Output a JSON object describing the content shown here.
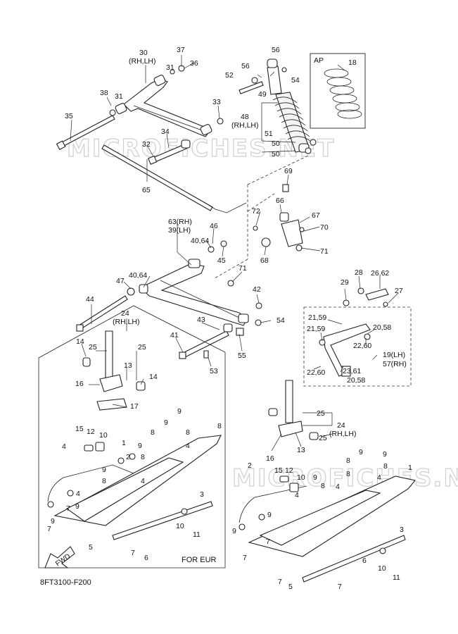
{
  "diagram": {
    "watermark": "MICROFICHES.NET",
    "drawing_code": "8FT3100-F200",
    "region_label": "FOR EUR",
    "ap_label": "AP",
    "fwd_label": "FWD"
  },
  "callouts": [
    "30\n(RH,LH)",
    "37",
    "31",
    "36",
    "31",
    "38",
    "33",
    "35",
    "34",
    "32",
    "65",
    "56",
    "56",
    "52",
    "54",
    "49",
    "48\n(RH,LH)",
    "51",
    "50",
    "50",
    "18",
    "69",
    "66",
    "67",
    "72",
    "70",
    "71",
    "68",
    "63(RH)\n39(LH)",
    "46",
    "40,64",
    "45",
    "40,64",
    "47",
    "71",
    "42",
    "54",
    "44",
    "24\n(RH,LH)",
    "25",
    "25",
    "14",
    "13",
    "14",
    "16",
    "17",
    "43",
    "41",
    "53",
    "55",
    "28",
    "26,62",
    "29",
    "27",
    "21,59",
    "21,59",
    "20,58",
    "22,60",
    "19(LH)\n57(RH)",
    "22,60",
    "23,61",
    "20,58",
    "25",
    "24\n(RH,LH)",
    "13",
    "25",
    "16",
    "15",
    "12",
    "10",
    "9",
    "8",
    "9",
    "8",
    "4",
    "8",
    "1",
    "9",
    "8",
    "4",
    "2",
    "9",
    "8",
    "4",
    "4",
    "7",
    "9",
    "7",
    "9",
    "3",
    "10",
    "11",
    "5",
    "7",
    "6",
    "15",
    "12",
    "10",
    "9",
    "8",
    "9",
    "8",
    "4",
    "9",
    "8",
    "1",
    "8",
    "4",
    "4",
    "2",
    "9",
    "7",
    "9",
    "7",
    "3",
    "7",
    "6",
    "10",
    "11",
    "5",
    "7"
  ]
}
